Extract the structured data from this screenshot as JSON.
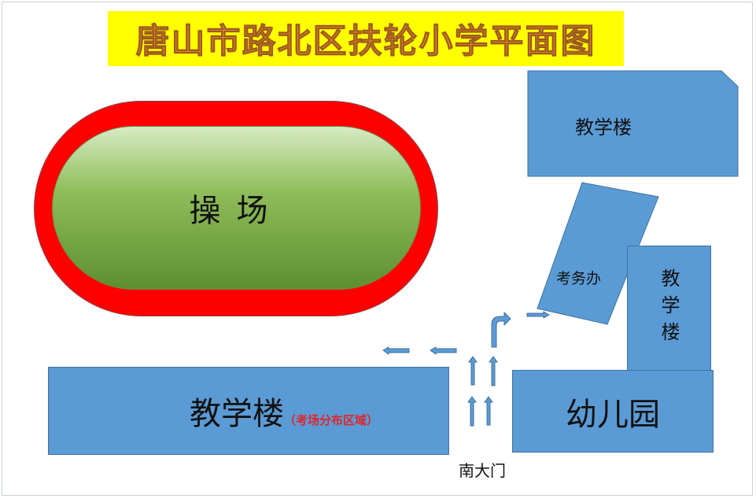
{
  "title": "唐山市路北区扶轮小学平面图",
  "playground": "操场",
  "buildings": {
    "top_right": "教学楼",
    "exam_office": "考务办",
    "right_vertical": "教学楼",
    "kindergarten": "幼儿园",
    "bottom_left": "教学楼",
    "bottom_left_note": "（考场分布区域）"
  },
  "gate": "南大门",
  "colors": {
    "building": "#5b9bd5",
    "track": "#ff0000",
    "title_bg": "#ffff00",
    "title_text": "#ea8a2c",
    "note": "#e0262b"
  }
}
